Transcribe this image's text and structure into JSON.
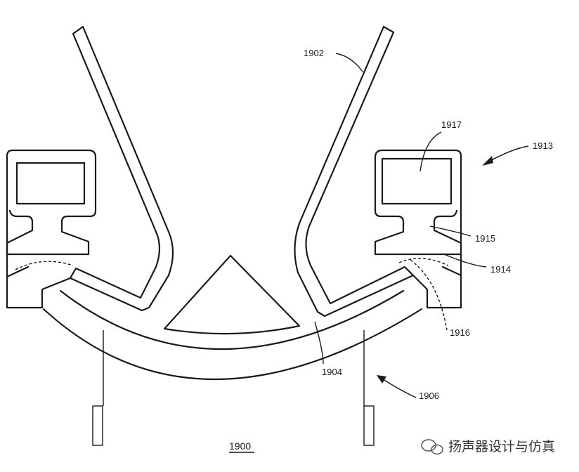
{
  "labels": {
    "l1902": "1902",
    "l1917": "1917",
    "l1913": "1913",
    "l1915": "1915",
    "l1914": "1914",
    "l1916": "1916",
    "l1904": "1904",
    "l1906": "1906"
  },
  "figure_number": "1900",
  "watermark": "扬声器设计与仿真"
}
